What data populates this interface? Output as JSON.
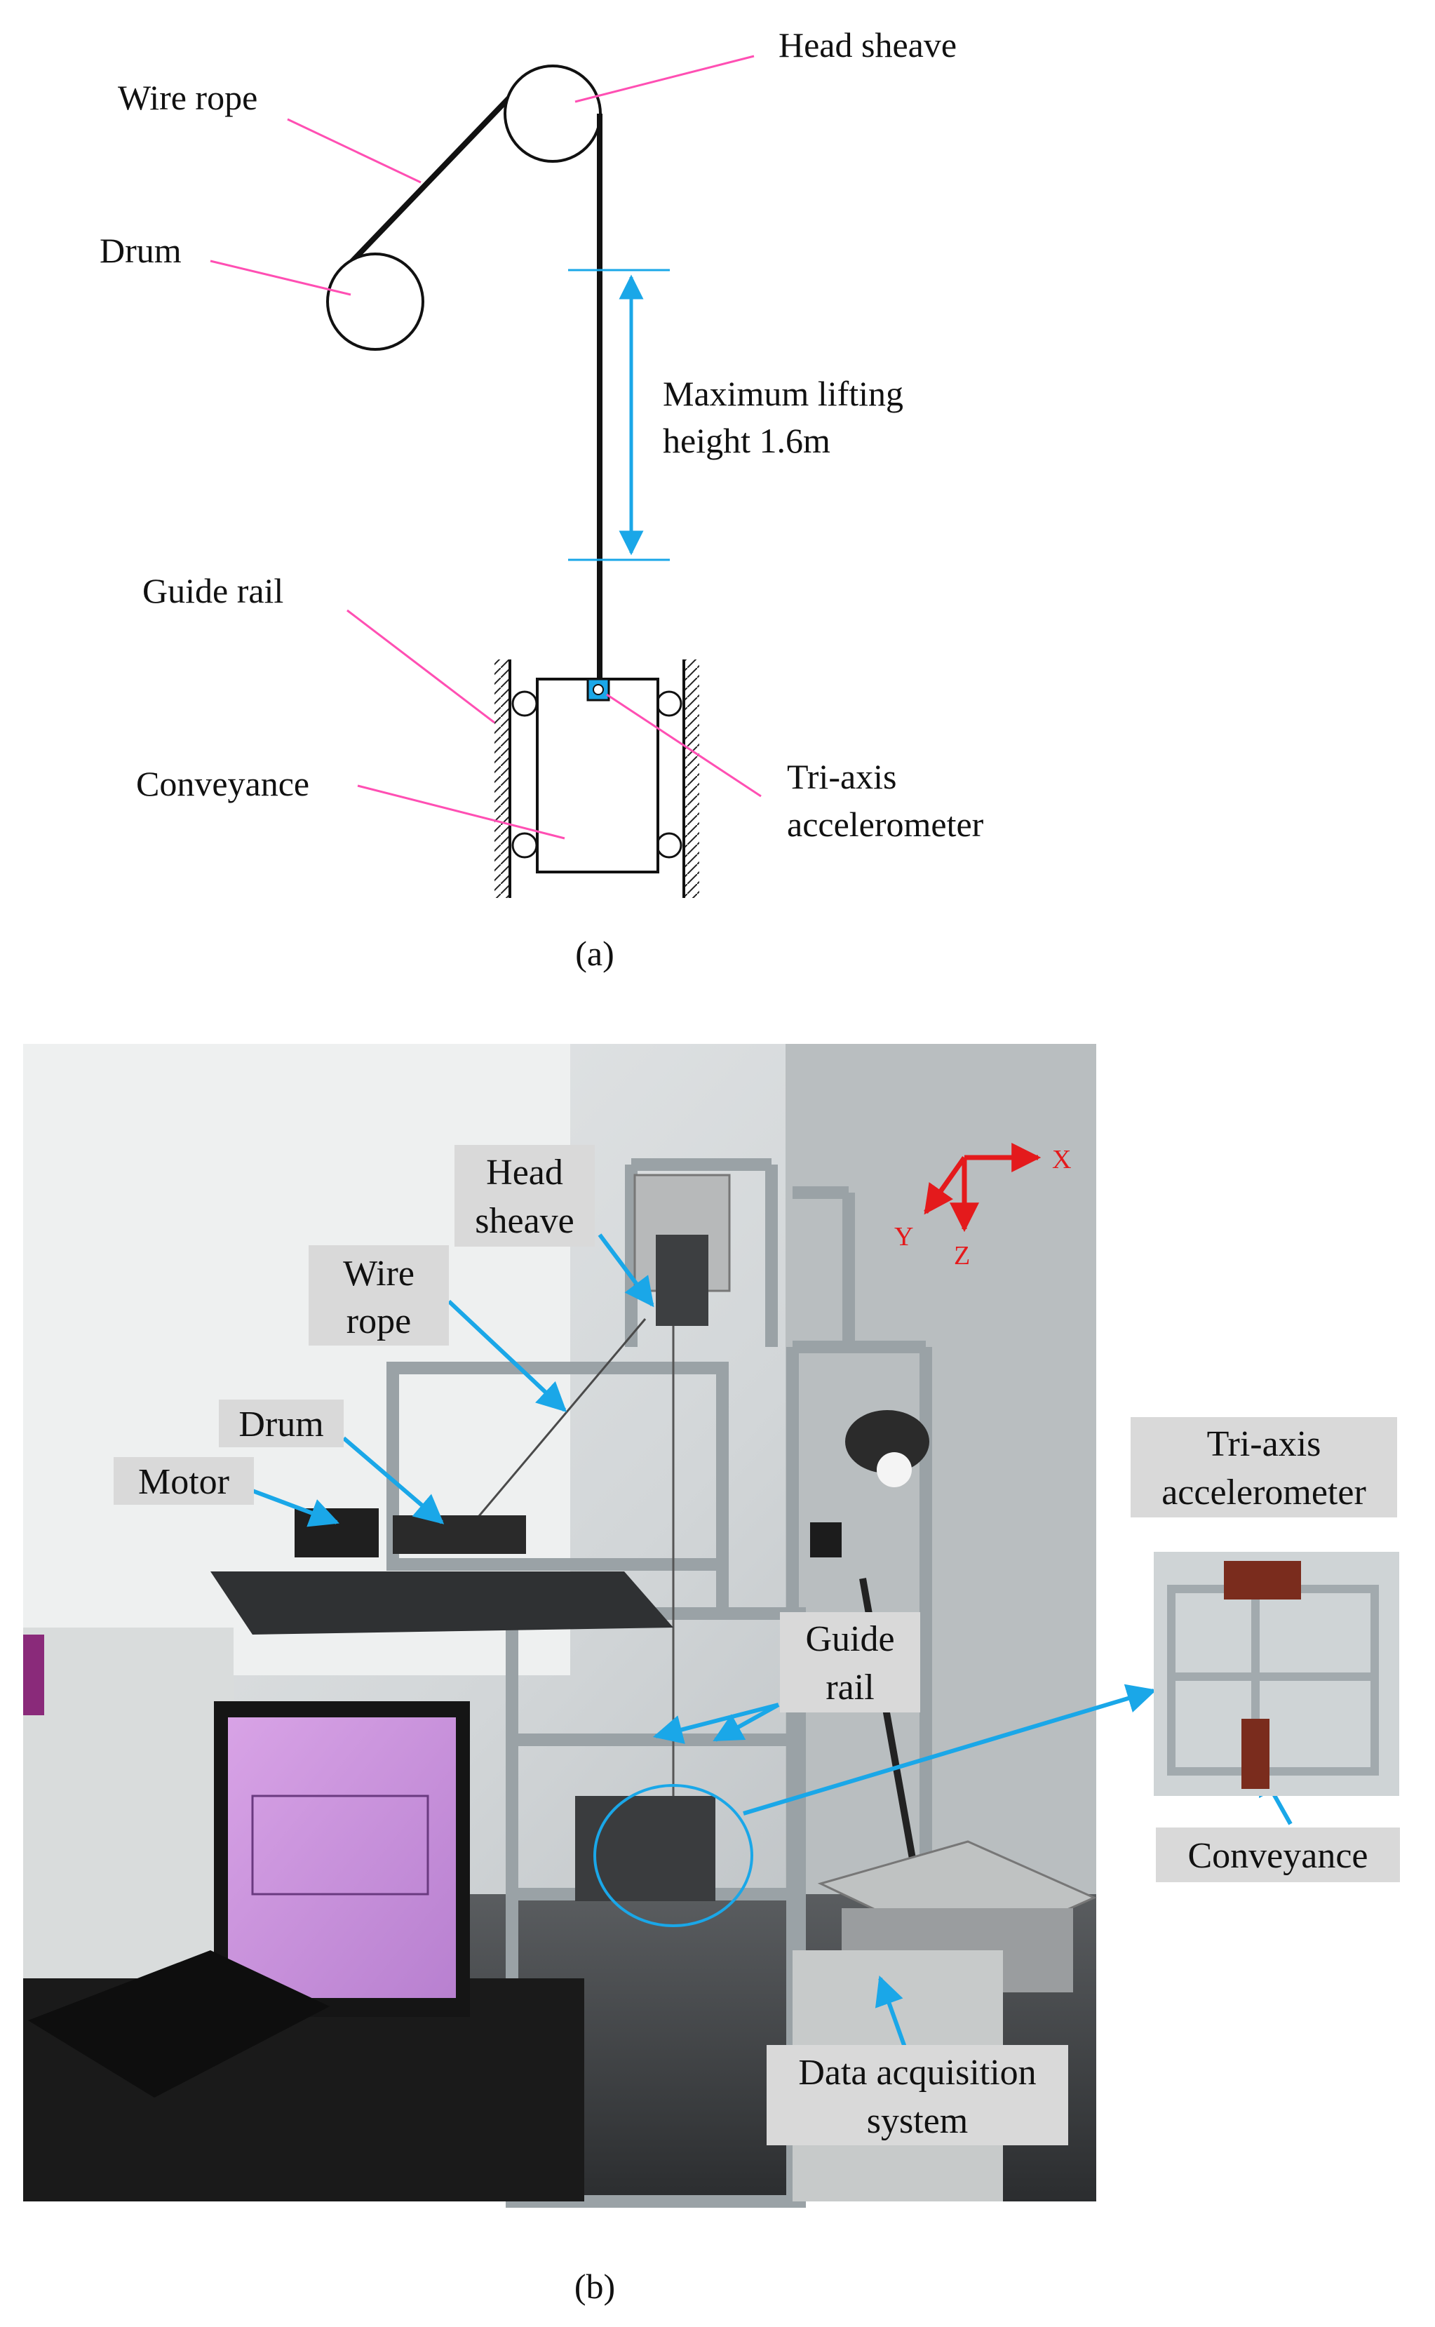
{
  "diagram_a": {
    "labels": {
      "head_sheave": "Head sheave",
      "wire_rope": "Wire rope",
      "drum": "Drum",
      "max_lift_line1": "Maximum lifting",
      "max_lift_line2": "height 1.6m",
      "guide_rail": "Guide rail",
      "conveyance": "Conveyance",
      "accel_line1": "Tri-axis",
      "accel_line2": "accelerometer"
    },
    "caption": "(a)"
  },
  "photo_b": {
    "labels": {
      "head_sheave_line1": "Head",
      "head_sheave_line2": "sheave",
      "wire_rope_line1": "Wire",
      "wire_rope_line2": "rope",
      "drum": "Drum",
      "motor": "Motor",
      "guide_rail_line1": "Guide",
      "guide_rail_line2": "rail",
      "daq_line1": "Data acquisition",
      "daq_line2": "system",
      "accel_line1": "Tri-axis",
      "accel_line2": "accelerometer",
      "conveyance": "Conveyance"
    },
    "axes": {
      "x": "X",
      "y": "Y",
      "z": "Z"
    },
    "caption": "(b)"
  },
  "colors": {
    "leader_line": "#ff4fb3",
    "dimension": "#1aa7e8",
    "arrow": "#1aa7e8",
    "axis": "#e41a1c",
    "label_box": "#d9d9d9"
  }
}
